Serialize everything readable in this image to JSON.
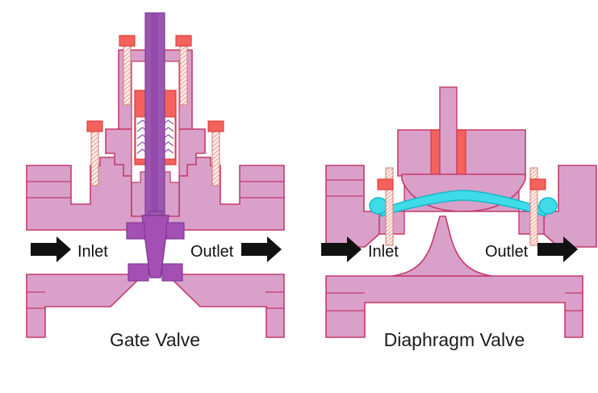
{
  "diagram": {
    "type": "engineering-cross-section",
    "title": "Valve cross-section comparison",
    "background_color": "#ffffff",
    "figure_count": 2
  },
  "palette": {
    "body_fill": "#d9a0ca",
    "body_fill_light": "#dfb0d4",
    "body_outline": "#c43b6b",
    "seal_red": "#f4625c",
    "seal_red_outline": "#d83b38",
    "stem_purple": "#9b57b0",
    "stem_purple_dark": "#8f44a8",
    "wedge_purple": "#a44fb4",
    "diaphragm_cyan": "#3fdbe8",
    "diaphragm_cyan_outline": "#15b8c9",
    "packing_white": "#ffffff",
    "bolt_hatch": "#e8a9a0",
    "arrow_black": "#111111",
    "text_black": "#1b1b1b"
  },
  "figures": [
    {
      "id": "gate-valve",
      "caption": "Gate Valve",
      "inlet_label": "Inlet",
      "outlet_label": "Outlet",
      "components": [
        "rising-stem",
        "packing-gland",
        "chevron-packing",
        "gland-bolts",
        "bonnet",
        "bonnet-bolts",
        "body",
        "gate-wedge",
        "valve-seats",
        "end-flanges"
      ]
    },
    {
      "id": "diaphragm-valve",
      "caption": "Diaphragm Valve",
      "inlet_label": "Inlet",
      "outlet_label": "Outlet",
      "components": [
        "stem",
        "stem-seal",
        "bonnet",
        "compressor",
        "diaphragm",
        "body-bolts",
        "weir",
        "body",
        "end-flanges"
      ]
    }
  ],
  "labels": {
    "gate_caption": "Gate Valve",
    "diaphragm_caption": "Diaphragm Valve",
    "gate_inlet": "Inlet",
    "gate_outlet": "Outlet",
    "diaphragm_inlet": "Inlet",
    "diaphragm_outlet": "Outlet"
  }
}
